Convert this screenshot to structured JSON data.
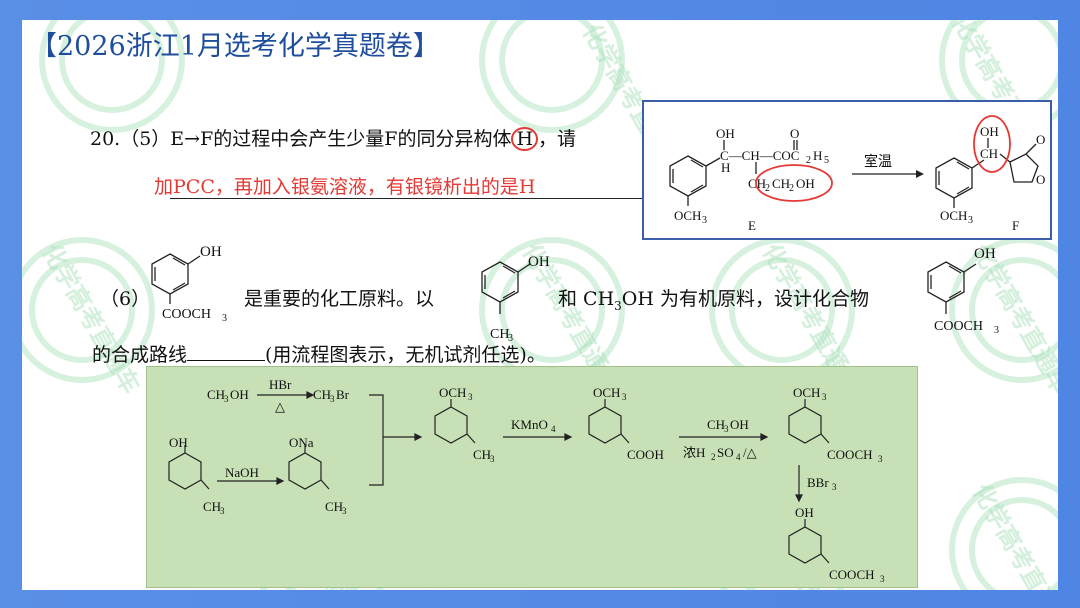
{
  "title": "【2026浙江1月选考化学真题卷】",
  "q5": {
    "prefix": "20.（5）E→F的过程中会产生少量F的同分异构体",
    "h_letter": "H",
    "suffix": "，请",
    "answer": "加PCC，再加入银氨溶液，有银镜析出的是H"
  },
  "scheme_ef": {
    "reagent": "室温",
    "label_e": "E",
    "label_f": "F",
    "e_oh": "OH",
    "e_o": "O",
    "e_ch_chain": "C—CH—COC",
    "e_h": "H",
    "e_ch2": "CH",
    "e_ch2ch2oh": "CH",
    "e_och3": "OCH",
    "f_oh": "OH",
    "f_ch": "CH",
    "f_o_top": "O",
    "f_o_ring": "O",
    "f_och3": "OCH"
  },
  "q6": {
    "number": "（6）",
    "text1": "是重要的化工原料。以",
    "text2": "和 CH",
    "text2b": "OH 为有机原料，设计化合物",
    "line2a": "的合成路线",
    "line2b": "(用流程图表示，无机试剂任选)。",
    "s1_oh": "OH",
    "s1_cooch3": "COOCH",
    "s2_oh": "OH",
    "s2_ch3": "CH",
    "s3_oh": "OH",
    "s3_cooch3": "COOCH"
  },
  "route": {
    "ch3oh": "CH",
    "hbr": "HBr",
    "delta": "△",
    "ch3br": "CH",
    "phenol_oh": "OH",
    "phenol_ch3": "CH",
    "naoh": "NaOH",
    "ona": "ONa",
    "ona_ch3": "CH",
    "anisole_och3": "OCH",
    "anisole_ch3": "CH",
    "kmno4": "KMnO",
    "acid_och3": "OCH",
    "acid_cooh": "COOH",
    "ester_reagent_top": "CH",
    "ester_reagent_bottom": "浓H",
    "ester_och3": "OCH",
    "ester_cooch3": "COOCH",
    "bbr3": "BBr",
    "final_oh": "OH",
    "final_cooch3": "COOCH"
  },
  "watermark": "化学高考直通车",
  "colors": {
    "frame": "#4f86e4",
    "title": "#1f4e9c",
    "answer": "#e53935",
    "green_box": "#c8e0b6",
    "watermark": "#8fd7a8"
  }
}
